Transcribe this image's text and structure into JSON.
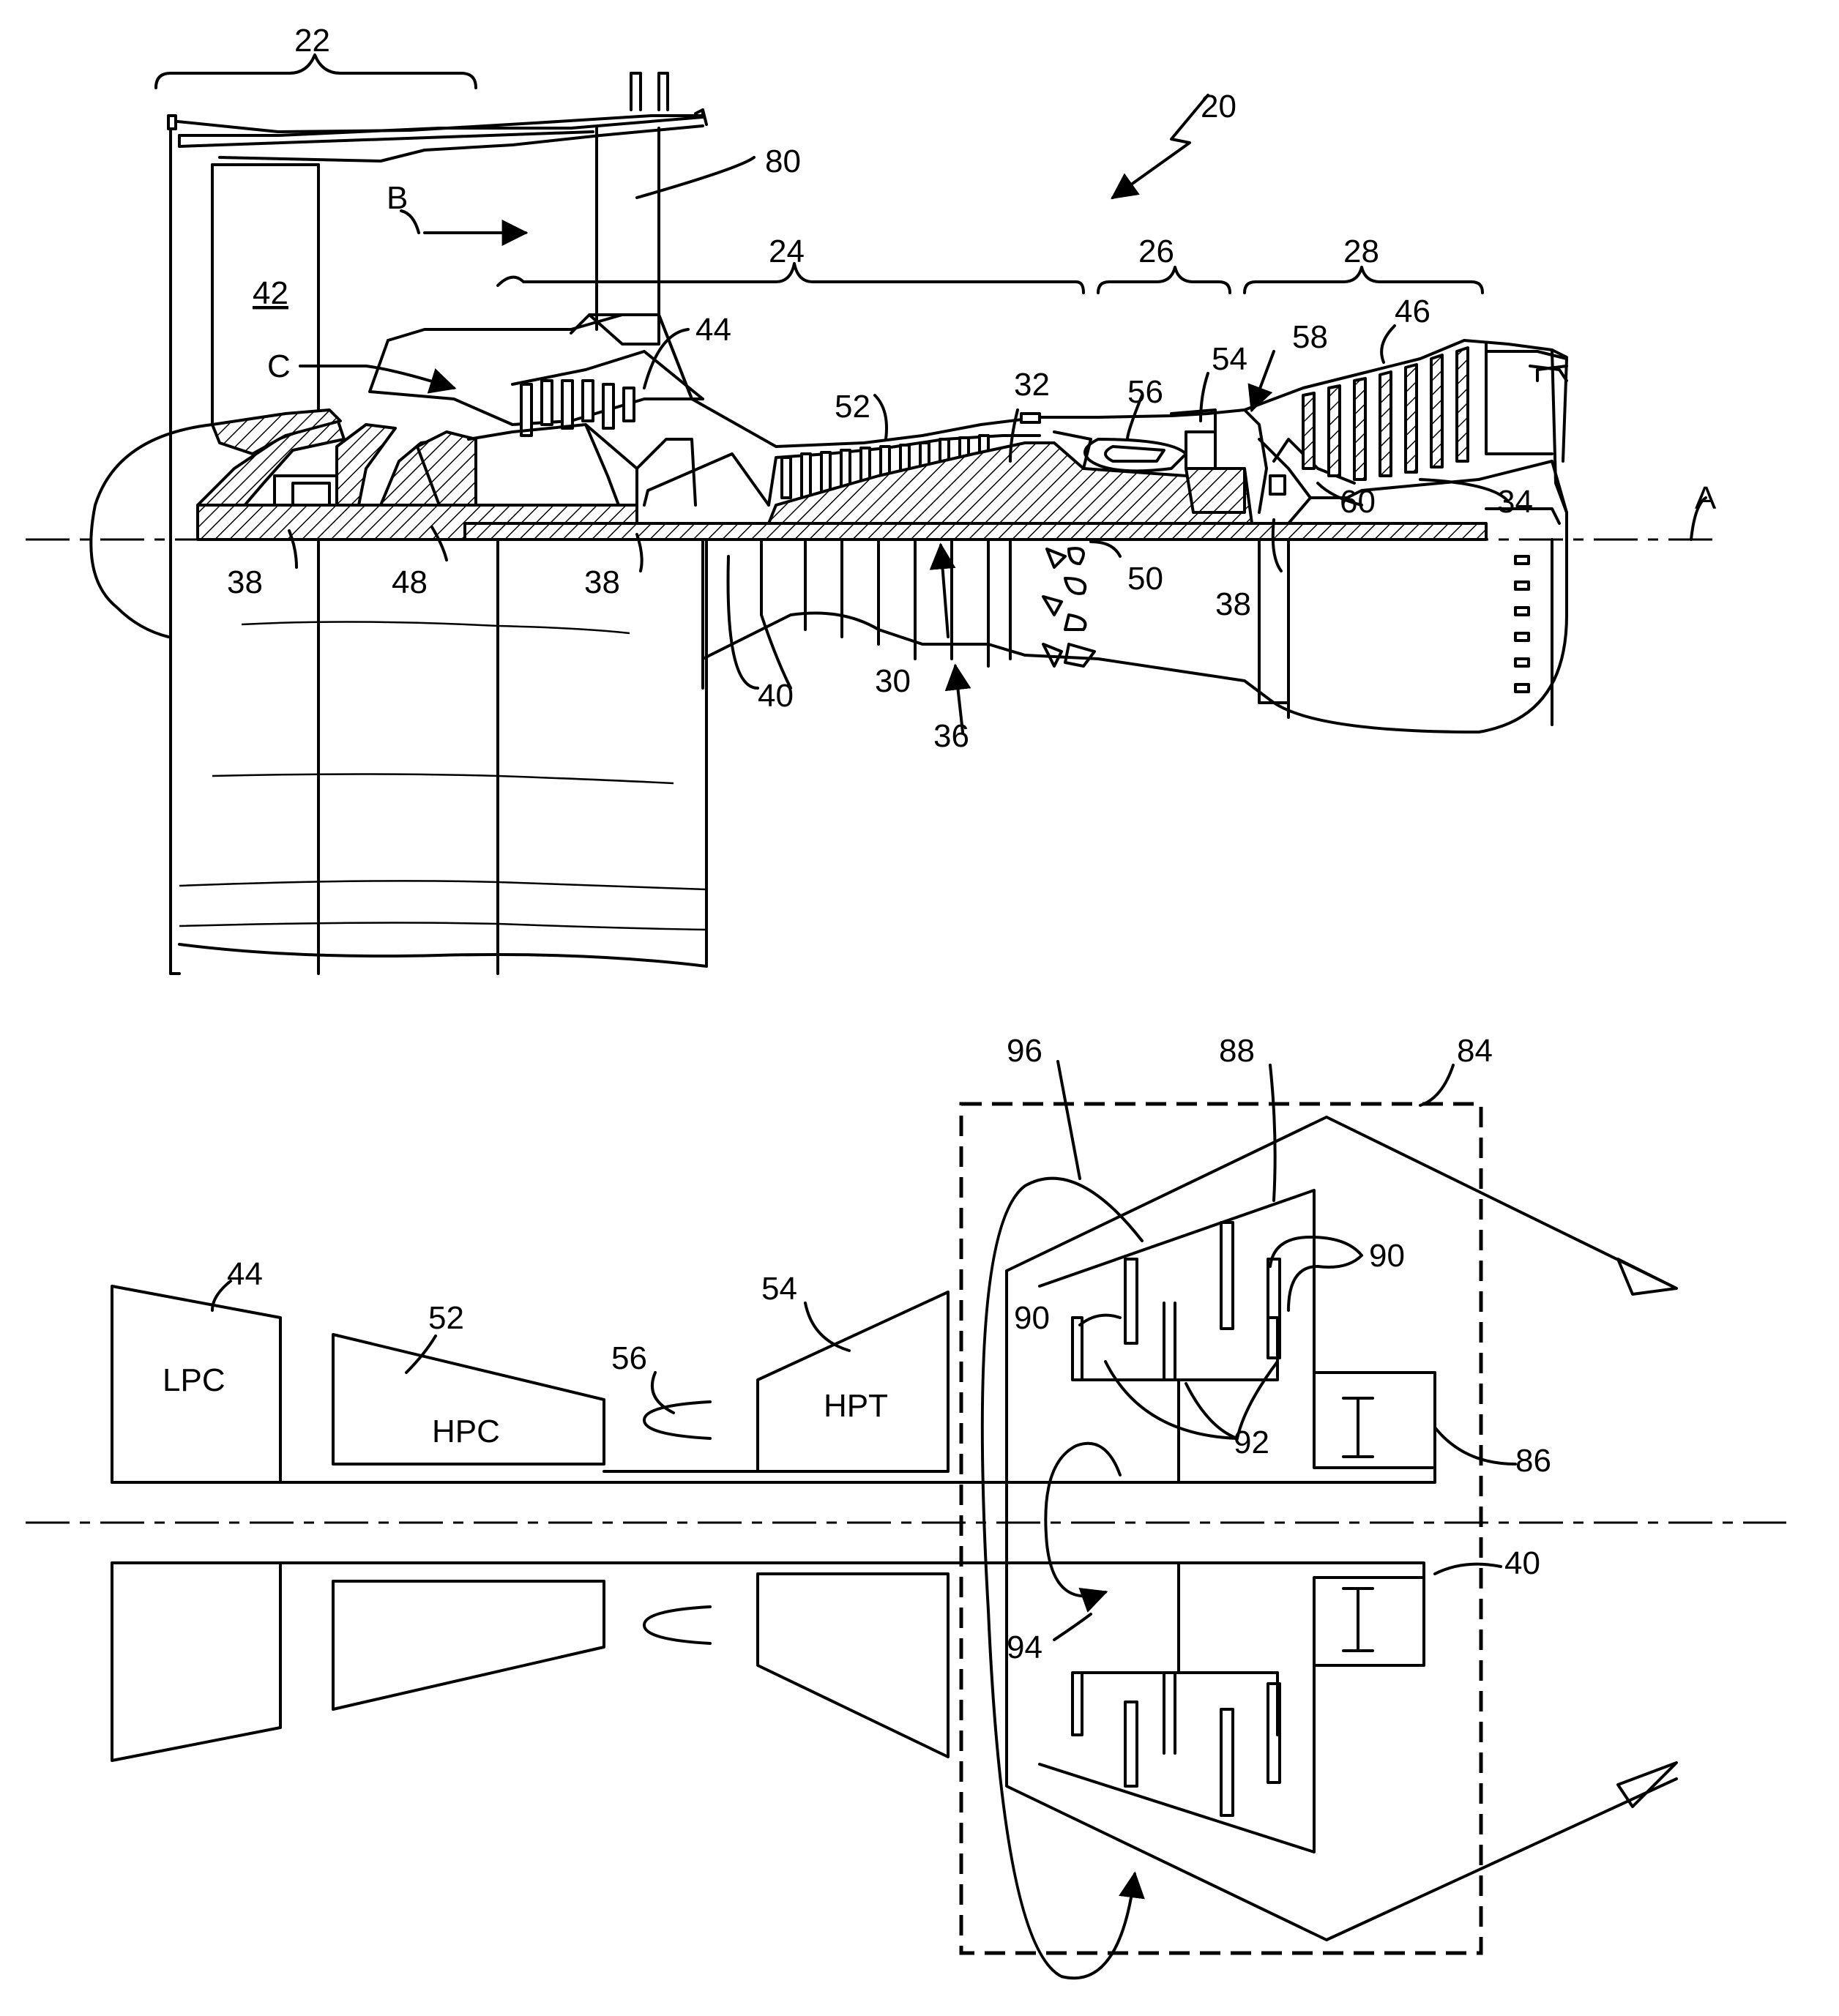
{
  "top_figure": {
    "labels": {
      "engine": "20",
      "fan_section": "22",
      "compressor_section": "24",
      "combustor_section": "26",
      "turbine_section": "28",
      "inner_shaft": "40",
      "outer_shaft": "50",
      "high_spool": "32",
      "low_spool": "30",
      "fan": "42",
      "lpc": "44",
      "lpt": "46",
      "gear": "48",
      "hpc": "52",
      "hpt": "54",
      "combustor": "56",
      "mid_frame": "58",
      "airfoils": "60",
      "bearing_1": "38",
      "bearing_2": "38",
      "bearing_3": "38",
      "bearing_frame": "36",
      "turbine_frame": "34",
      "fan_exit_guide_vane": "80",
      "axis": "A",
      "bypass_flow": "B",
      "core_flow": "C"
    }
  },
  "bottom_figure": {
    "boxes": {
      "lpc": "LPC",
      "hpc": "HPC",
      "hpt": "HPT"
    },
    "labels": {
      "lpc": "44",
      "hpc": "52",
      "combustor": "56",
      "hpt": "54",
      "module": "84",
      "bearing": "86",
      "lpt": "88",
      "blades": "90",
      "blades_left": "90",
      "vanes": "92",
      "rotation_1": "94",
      "rotation_2": "96",
      "shaft": "40"
    }
  }
}
